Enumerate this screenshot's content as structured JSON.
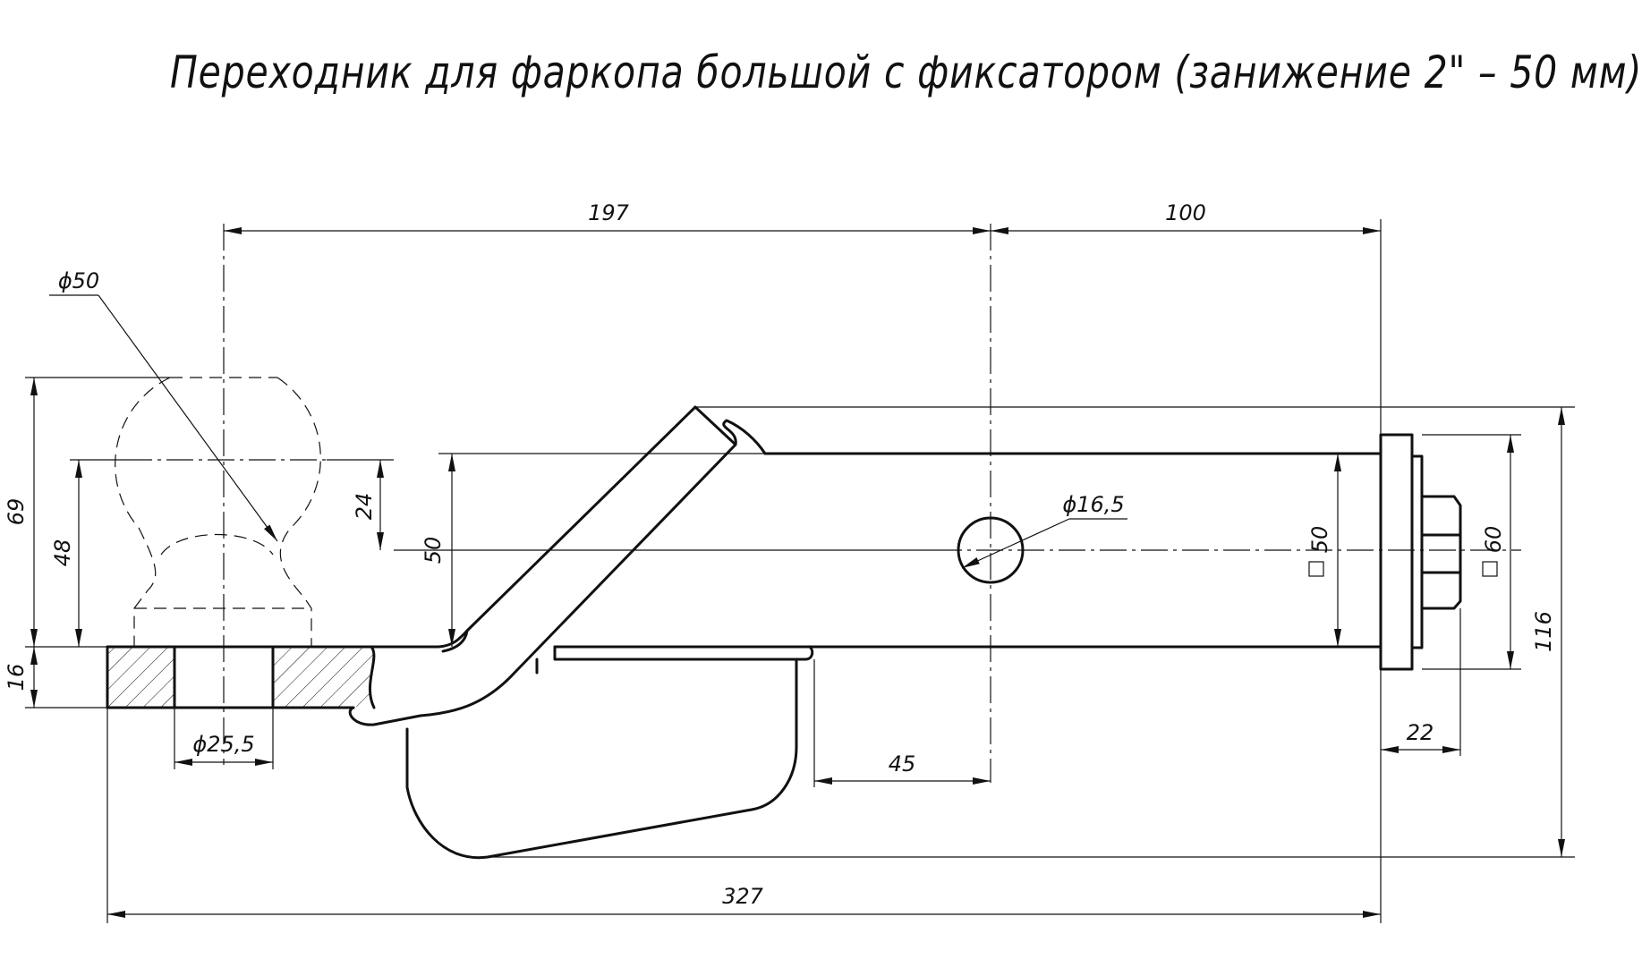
{
  "title": "Переходник  для фаркопа большой с фиксатором (занижение 2\" – 50 мм)",
  "dimensions": {
    "d197": "197",
    "d100": "100",
    "ball_diameter": "ϕ50",
    "hole_diameter": "ϕ16,5",
    "h69": "69",
    "h48": "48",
    "h24": "24",
    "h50": "50",
    "h16": "16",
    "sq50": "50",
    "sq60": "60",
    "h116": "116",
    "w22": "22",
    "w45": "45",
    "bore_diameter": "ϕ25,5",
    "total_length": "327"
  }
}
